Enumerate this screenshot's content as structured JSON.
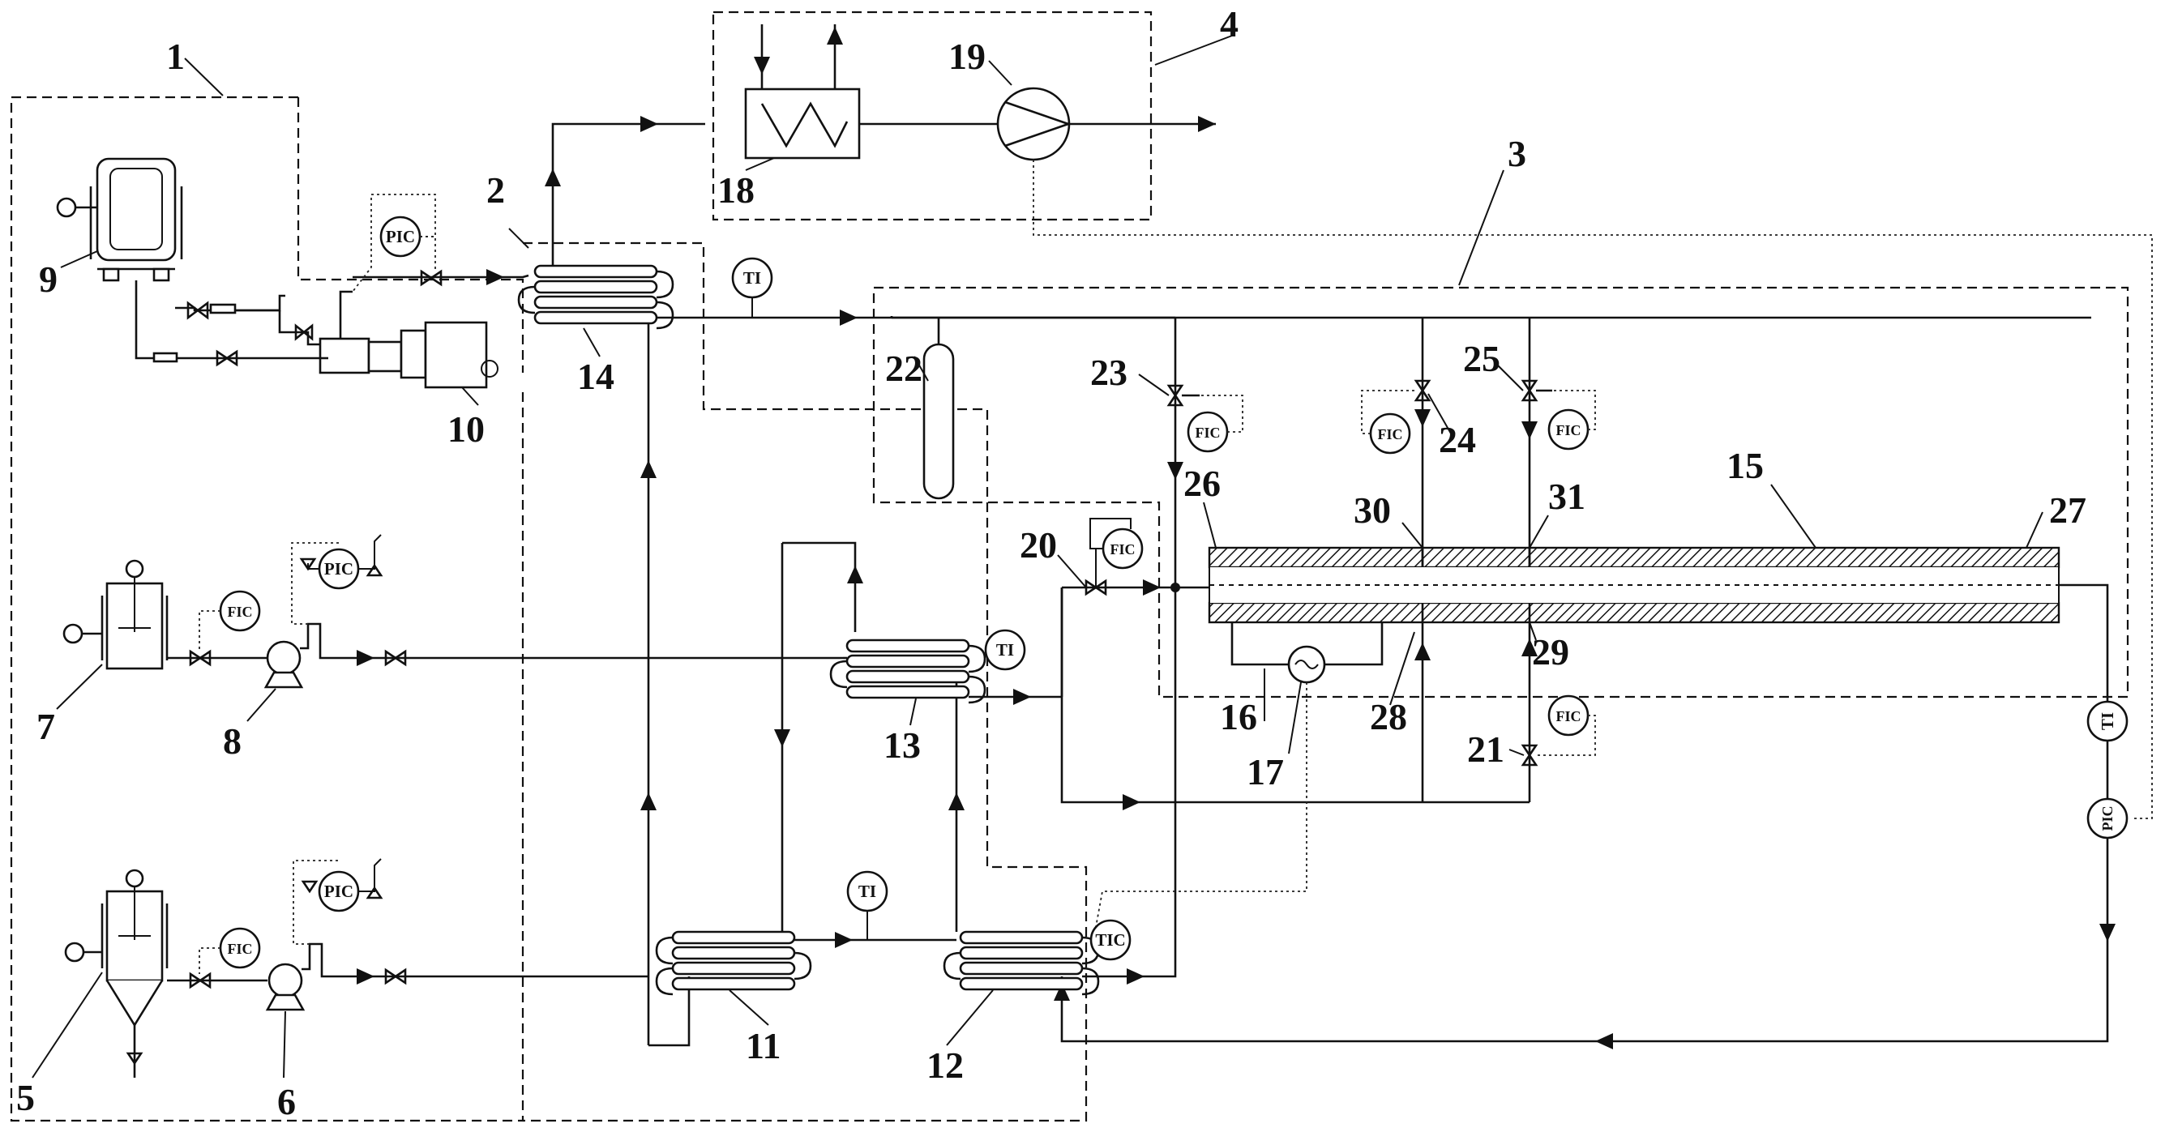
{
  "instruments": {
    "pic": "PIC",
    "fic": "FIC",
    "ti": "TI",
    "tic": "TIC"
  },
  "labels": {
    "n1": "1",
    "n2": "2",
    "n3": "3",
    "n4": "4",
    "n5": "5",
    "n6": "6",
    "n7": "7",
    "n8": "8",
    "n9": "9",
    "n10": "10",
    "n11": "11",
    "n12": "12",
    "n13": "13",
    "n14": "14",
    "n15": "15",
    "n16": "16",
    "n17": "17",
    "n18": "18",
    "n19": "19",
    "n20": "20",
    "n21": "21",
    "n22": "22",
    "n23": "23",
    "n24": "24",
    "n25": "25",
    "n26": "26",
    "n27": "27",
    "n28": "28",
    "n29": "29",
    "n30": "30",
    "n31": "31"
  },
  "colors": {
    "line": "#111111",
    "background": "#ffffff"
  }
}
